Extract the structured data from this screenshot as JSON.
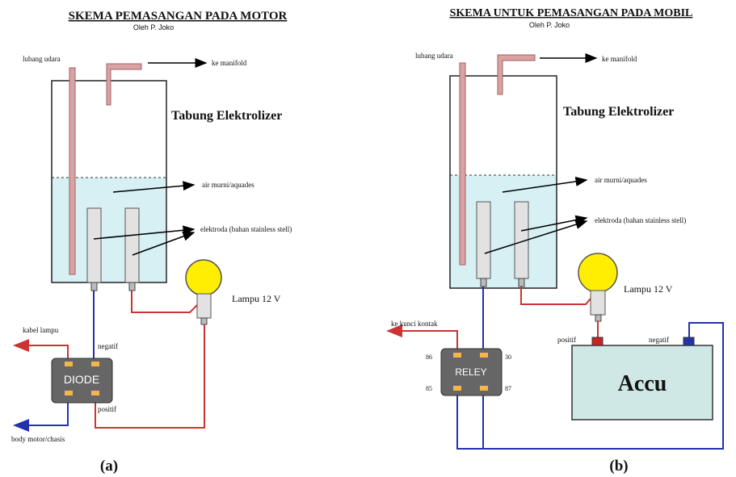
{
  "panel_a": {
    "title": "SKEMA PEMASANGAN PADA MOTOR",
    "author": "Oleh P. Joko",
    "labels": {
      "lubang_udara": "lubang udara",
      "ke_manifold": "ke manifold",
      "tabung": "Tabung Elektrolizer",
      "air": "air murni/aquades",
      "elektroda": "elektroda (bahan stainless stell)",
      "lampu": "Lampu 12 V",
      "kabel_lampu": "kabel lampu",
      "negatif": "negatif",
      "diode": "DIODE",
      "positif": "positif",
      "body": "body motor/chasis"
    },
    "caption": "(a)"
  },
  "panel_b": {
    "title": "SKEMA UNTUK PEMASANGAN PADA MOBIL",
    "author": "Oleh P. Joko",
    "labels": {
      "lubang_udara": "lubang udara",
      "ke_manifold": "ke manifold",
      "tabung": "Tabung Elektrolizer",
      "air": "air murni/aquades",
      "elektroda": "elektroda (bahan stainless stell)",
      "lampu": "Lampu 12 V",
      "ke_kunci": "ke kunci kontak",
      "relay": "RELEY",
      "pin86": "86",
      "pin30": "30",
      "pin85": "85",
      "pin87": "87",
      "positif": "positif",
      "negatif": "negatif",
      "accu": "Accu"
    },
    "caption": "(b)"
  },
  "colors": {
    "water": "#d6f0f4",
    "wire_red": "#cc3333",
    "wire_blue": "#2233aa",
    "bulb": "#ffee00",
    "box_dark": "#666666",
    "accu": "#cfe8e6"
  }
}
